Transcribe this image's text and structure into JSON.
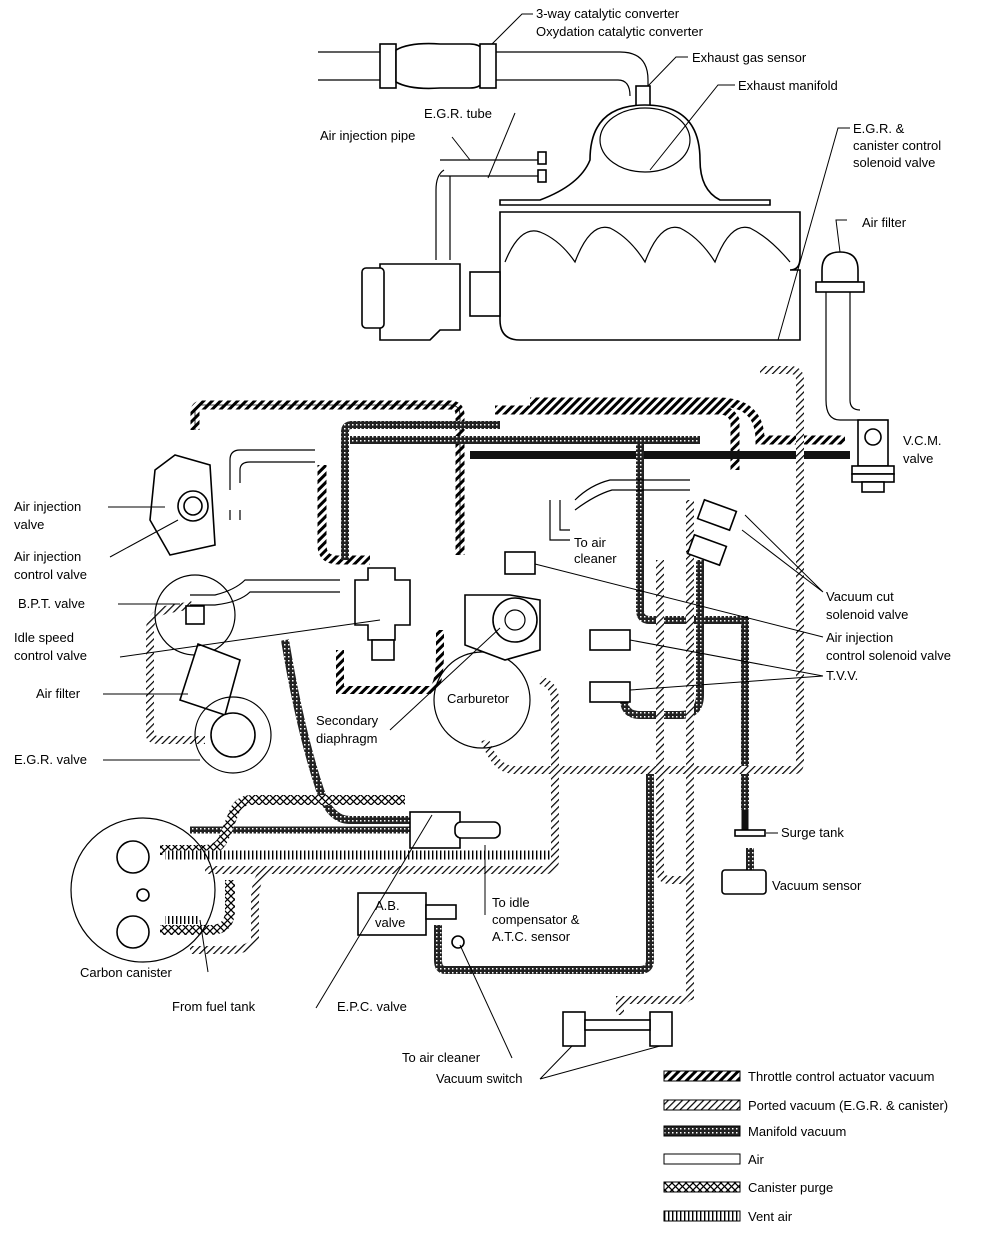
{
  "labels": {
    "catalytic_1": "3-way catalytic converter",
    "catalytic_2": "Oxydation catalytic converter",
    "exhaust_gas_sensor": "Exhaust gas sensor",
    "exhaust_manifold": "Exhaust manifold",
    "egr_tube": "E.G.R. tube",
    "air_injection_pipe": "Air injection pipe",
    "egr_canister_1": "E.G.R. &",
    "egr_canister_2": "canister control",
    "egr_canister_3": "solenoid valve",
    "air_filter_top": "Air filter",
    "vcm_1": "V.C.M.",
    "vcm_2": "valve",
    "air_injection_valve_1": "Air injection",
    "air_injection_valve_2": "valve",
    "air_injection_control_1": "Air injection",
    "air_injection_control_2": "control valve",
    "bpt_valve": "B.P.T. valve",
    "idle_speed_1": "Idle speed",
    "idle_speed_2": "control valve",
    "air_filter_left": "Air filter",
    "egr_valve": "E.G.R. valve",
    "to_air_cleaner_1": "To air",
    "to_air_cleaner_2": "cleaner",
    "vacuum_cut_1": "Vacuum cut",
    "vacuum_cut_2": "solenoid valve",
    "ai_control_sol_1": "Air injection",
    "ai_control_sol_2": "control solenoid valve",
    "tvv": "T.V.V.",
    "carburetor": "Carburetor",
    "secondary_1": "Secondary",
    "secondary_2": "diaphragm",
    "surge_tank": "Surge tank",
    "vacuum_sensor": "Vacuum sensor",
    "ab_valve_1": "A.B.",
    "ab_valve_2": "valve",
    "idle_comp_1": "To idle",
    "idle_comp_2": "compensator &",
    "idle_comp_3": "A.T.C. sensor",
    "carbon_canister": "Carbon canister",
    "from_fuel_tank": "From fuel tank",
    "epc_valve": "E.P.C. valve",
    "to_air_cleaner_bottom": "To air cleaner",
    "vacuum_switch": "Vacuum switch"
  },
  "legend": [
    {
      "pattern": "throttle",
      "label": "Throttle control actuator vacuum"
    },
    {
      "pattern": "ported",
      "label": "Ported vacuum (E.G.R. & canister)"
    },
    {
      "pattern": "manifold",
      "label": "Manifold vacuum"
    },
    {
      "pattern": "air",
      "label": "Air"
    },
    {
      "pattern": "purge",
      "label": "Canister purge"
    },
    {
      "pattern": "vent",
      "label": "Vent air"
    }
  ]
}
